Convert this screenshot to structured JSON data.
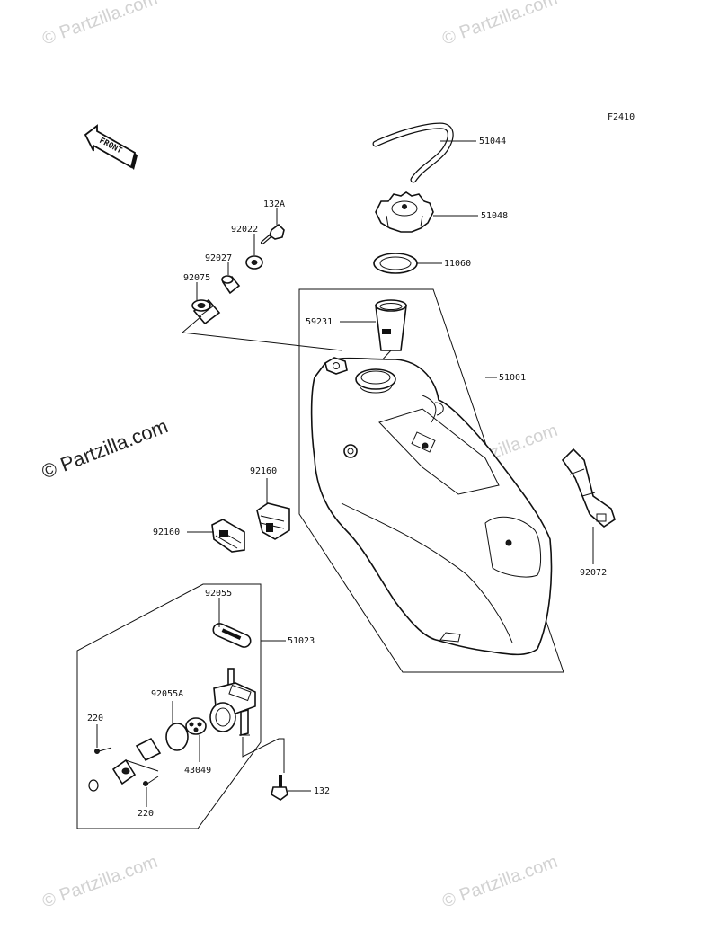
{
  "figure_code": "F2410",
  "front_label": "FRONT",
  "watermark": {
    "main": "© Partzilla.com",
    "faint": "© Partzilla.com"
  },
  "parts": {
    "p51044": "51044",
    "p51048": "51048",
    "p11060": "11060",
    "p59231": "59231",
    "p51001": "51001",
    "p132A": "132A",
    "p92022": "92022",
    "p92027": "92027",
    "p92075": "92075",
    "p92160a": "92160",
    "p92160b": "92160",
    "p92072": "92072",
    "p92055": "92055",
    "p51023": "51023",
    "p92055A": "92055A",
    "p220a": "220",
    "p220b": "220",
    "p43049": "43049",
    "p132": "132"
  }
}
